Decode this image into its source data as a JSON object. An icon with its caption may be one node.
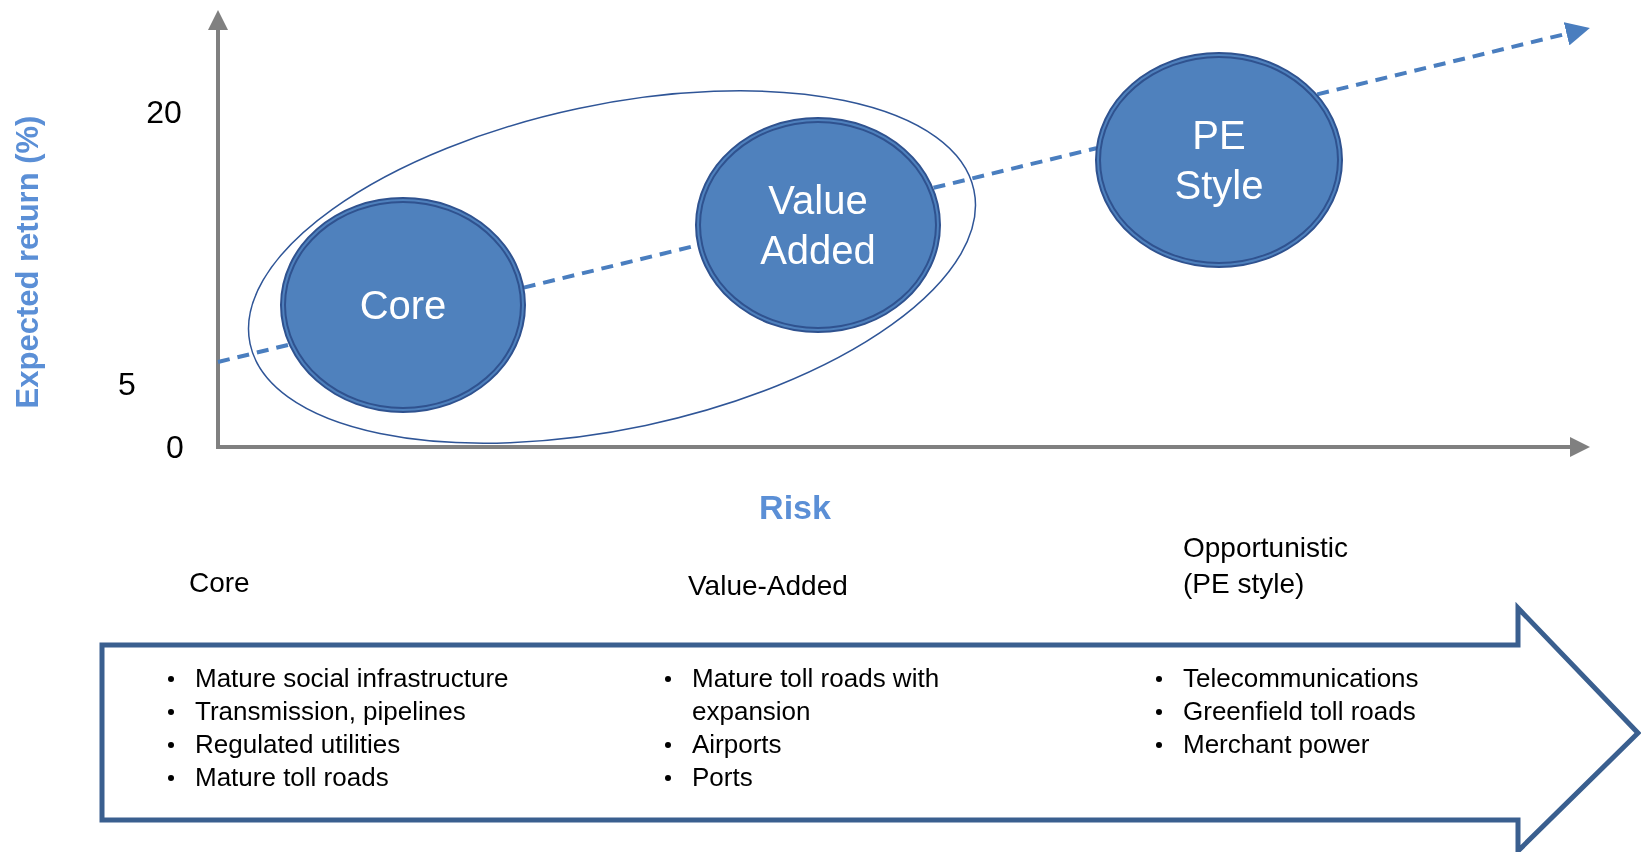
{
  "diagram": {
    "nodes": [
      {
        "text": [],
        "shape": "ellipse"
      },
      {
        "text": [
          "Core"
        ],
        "in": 0
      },
      {
        "text": [
          "Value Added"
        ],
        "in": 0
      },
      {
        "text": [
          "PE Style"
        ]
      },
      {
        "text": [
          "Mature social infrastructure",
          "Transmission, pipelines",
          "Regulated utilities",
          "Mature toll roads",
          "Mature toll roads with expansion",
          "Airports",
          "Ports",
          "Telecommunications",
          "Greenfield toll roads",
          "Merchant power"
        ],
        "beside": [
          "Core",
          "Value-Added",
          "Opportunistic (PE style)"
        ]
      }
    ],
    "edges": [
      {
        "from": null,
        "to": 1,
        "arrow": "none",
        "style": "dashed"
      },
      {
        "from": 1,
        "to": 2,
        "arrow": "none",
        "style": "dashed"
      },
      {
        "from": 2,
        "to": 3,
        "arrow": "none",
        "style": "dashed"
      },
      {
        "from": 3,
        "to": null,
        "arrow": "to",
        "style": "dashed"
      }
    ],
    "labels": [
      "Expected return (%)",
      "20",
      "5",
      "0",
      "Risk"
    ]
  }
}
